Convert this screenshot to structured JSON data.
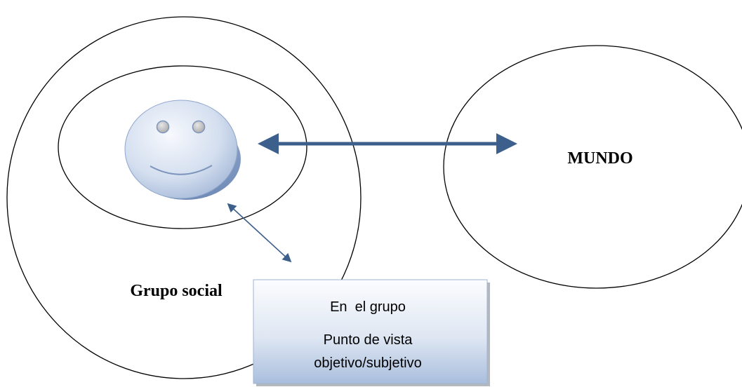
{
  "labels": {
    "world": "MUNDO",
    "social_group": "Grupo social"
  },
  "info_box": {
    "line1": "En  el grupo",
    "line2": "Punto de vista",
    "line3": "objetivo/subjetivo"
  },
  "colors": {
    "outline": "#000000",
    "arrow": "#3c5f8c",
    "face_fill_light": "#f3f6fb",
    "face_fill_dark": "#a9bddb",
    "box_fill_light": "#f8fafd",
    "box_fill_dark": "#a7bcdb"
  },
  "icons": {
    "face": "smiley-face-icon",
    "arrow_main": "double-headed-arrow",
    "arrow_small": "double-headed-arrow"
  }
}
